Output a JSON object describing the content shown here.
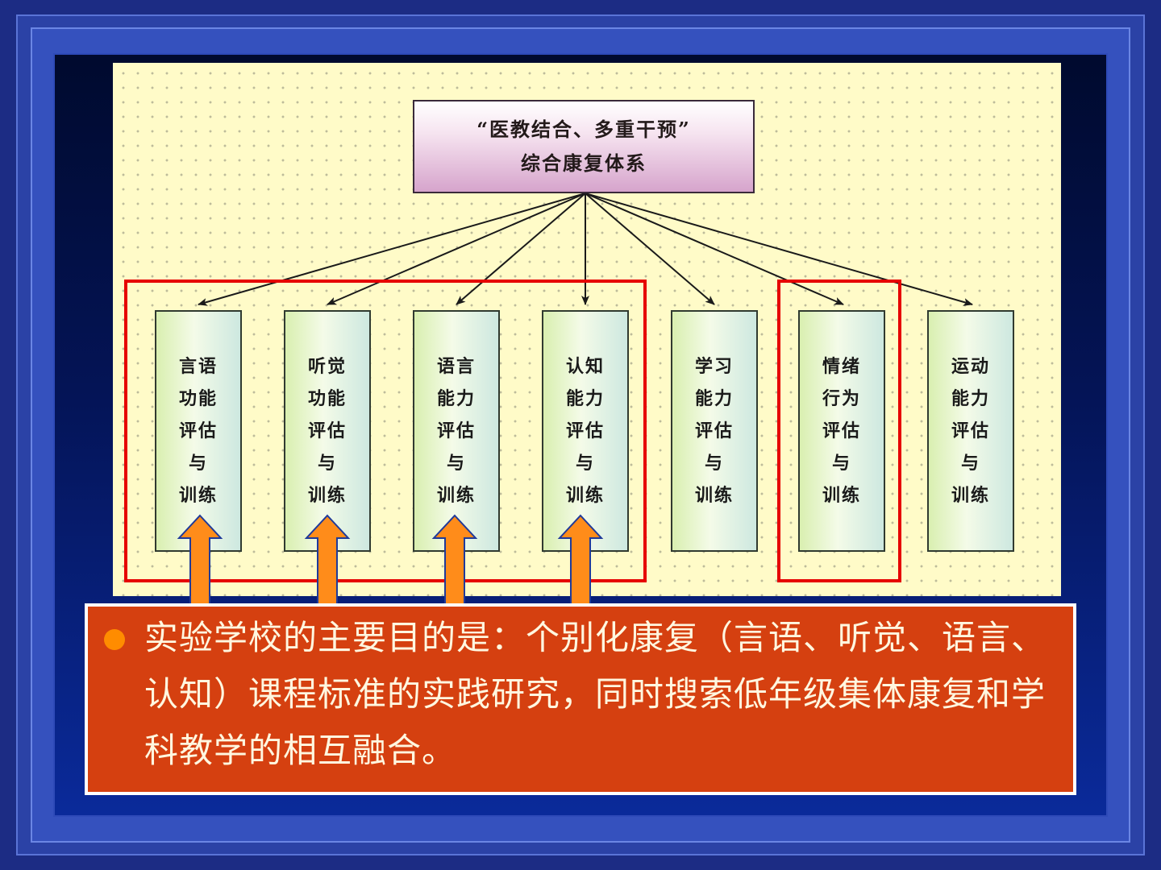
{
  "diagram": {
    "top_box": {
      "line1": "“医教结合、多重干预”",
      "line2": "综合康复体系"
    },
    "columns": [
      {
        "lines": [
          "言语",
          "功能",
          "评估",
          "与",
          "训练"
        ]
      },
      {
        "lines": [
          "听觉",
          "功能",
          "评估",
          "与",
          "训练"
        ]
      },
      {
        "lines": [
          "语言",
          "能力",
          "评估",
          "与",
          "训练"
        ]
      },
      {
        "lines": [
          "认知",
          "能力",
          "评估",
          "与",
          "训练"
        ]
      },
      {
        "lines": [
          "学习",
          "能力",
          "评估",
          "与",
          "训练"
        ]
      },
      {
        "lines": [
          "情绪",
          "行为",
          "评估",
          "与",
          "训练"
        ]
      },
      {
        "lines": [
          "运动",
          "能力",
          "评估",
          "与",
          "训练"
        ]
      }
    ]
  },
  "text_box": {
    "paragraph": "实验学校的主要目的是：个别化康复（言语、听觉、语言、认知）课程标准的实践研究，同时搜索低年级集体康复和学科教学的相互融合。"
  },
  "colors": {
    "outer_blue": "#1c2c84",
    "diagram_bg": "#fffbc8",
    "highlight_red": "#e60000",
    "arrow_orange": "#ff8c1a",
    "text_box_bg": "#d54010"
  }
}
